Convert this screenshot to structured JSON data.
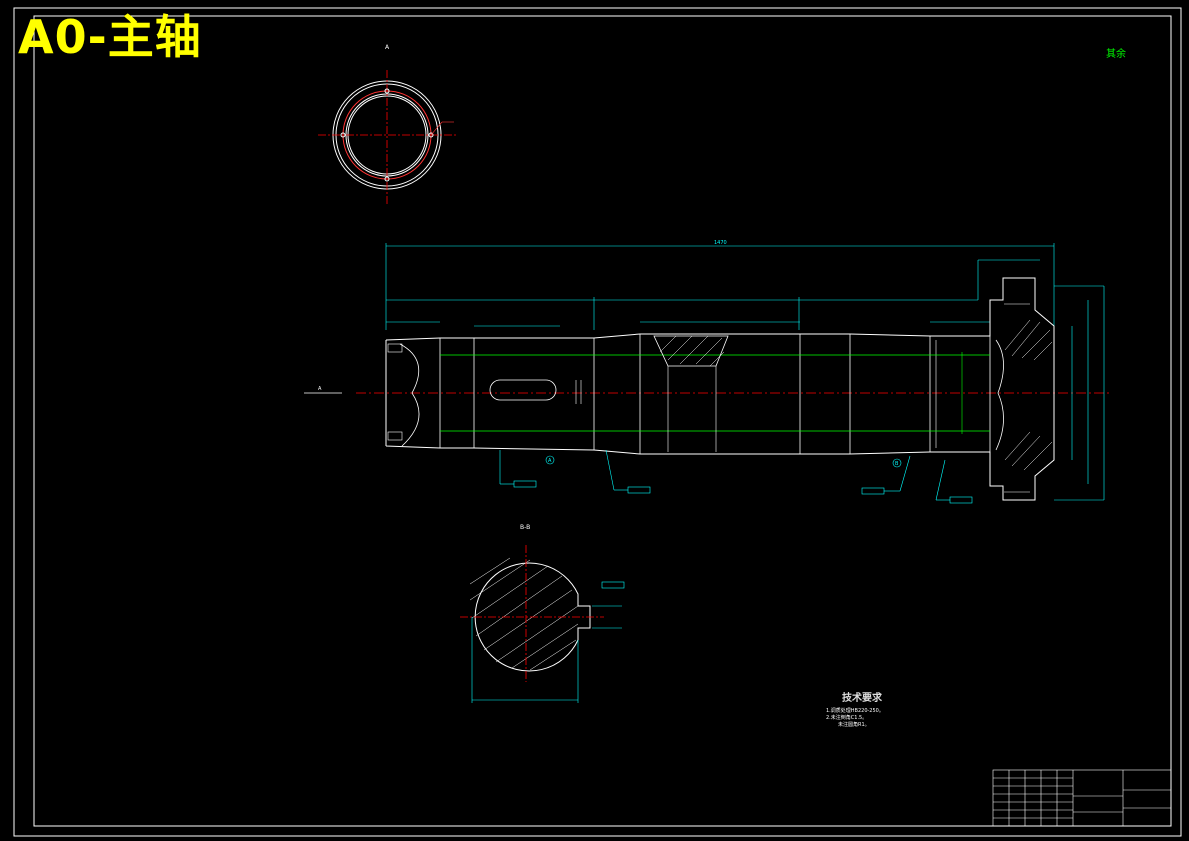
{
  "drawing": {
    "title": "A0-主轴",
    "roughness_note": "其余",
    "view_a_label": "A",
    "section_label": "B-B",
    "arrow_label": "A",
    "datum_a": "A",
    "datum_b": "B",
    "overall_length": "1470"
  },
  "tech_requirements": {
    "title": "技术要求",
    "items": [
      "1.调质处理HB220-250。",
      "2.未注倒角C1.5。",
      "未注圆角R1。"
    ]
  },
  "colors": {
    "background": "#000000",
    "outline": "#ffffff",
    "dimension": "#00ffff",
    "centerline": "#ff0000",
    "hidden": "#00ff00",
    "title": "#ffff00"
  }
}
